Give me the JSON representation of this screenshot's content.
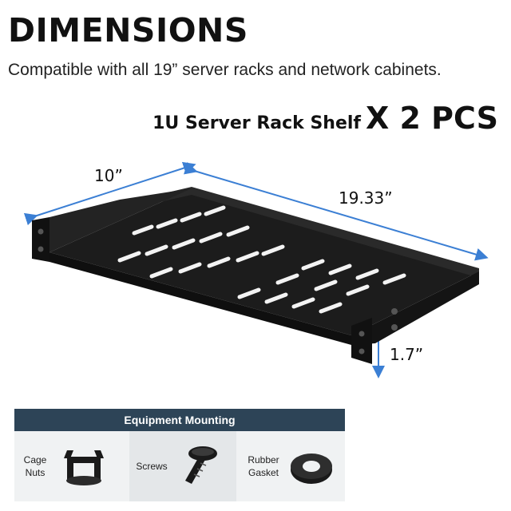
{
  "heading": "DIMENSIONS",
  "subtitle": "Compatible with all 19” server racks and network cabinets.",
  "product": {
    "name": "1U Server Rack Shelf",
    "quantity": "X 2 PCS"
  },
  "dimensions": {
    "depth": "10”",
    "width": "19.33”",
    "height": "1.7”"
  },
  "colors": {
    "arrow": "#3b7fd4",
    "header": "#2d4457",
    "shelf": "#1c1c1c"
  },
  "mounting": {
    "title": "Equipment Mounting",
    "items": [
      {
        "label_line1": "Cage",
        "label_line2": "Nuts",
        "icon": "cage-nut-icon"
      },
      {
        "label_line1": "Screws",
        "label_line2": "",
        "icon": "screw-icon"
      },
      {
        "label_line1": "Rubber",
        "label_line2": "Gasket",
        "icon": "rubber-gasket-icon"
      }
    ]
  }
}
